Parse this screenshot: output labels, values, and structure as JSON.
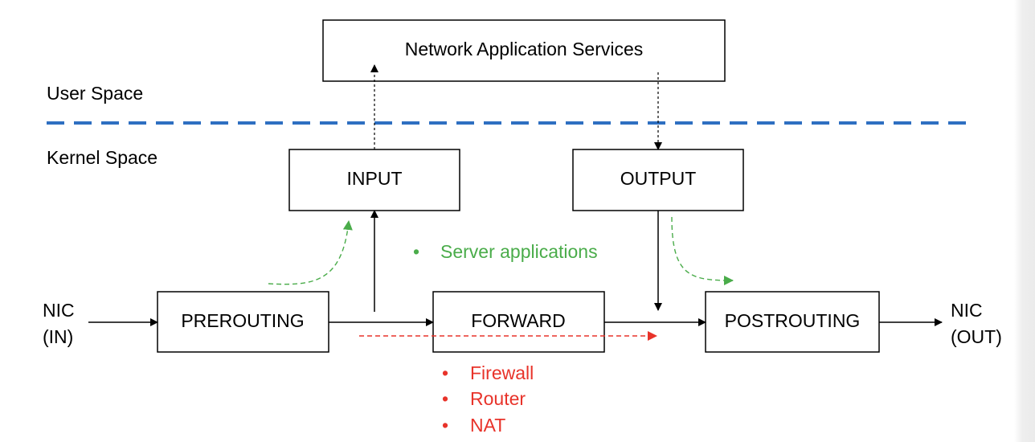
{
  "spaces": {
    "user": "User Space",
    "kernel": "Kernel Space"
  },
  "boxes": {
    "services": "Network Application Services",
    "input": "INPUT",
    "output": "OUTPUT",
    "prerouting": "PREROUTING",
    "forward": "FORWARD",
    "postrouting": "POSTROUTING"
  },
  "nic_in": {
    "line1": "NIC",
    "line2": "(IN)"
  },
  "nic_out": {
    "line1": "NIC",
    "line2": "(OUT)"
  },
  "server_notes": {
    "bullet": "•",
    "items": [
      "Server applications"
    ],
    "color": "#4aac4a"
  },
  "forward_notes": {
    "bullet": "•",
    "items": [
      "Firewall",
      "Router",
      "NAT"
    ],
    "color": "#e8332a"
  },
  "colors": {
    "divider": "#2e6fc1",
    "green": "#4aac4a",
    "red": "#e8332a"
  }
}
